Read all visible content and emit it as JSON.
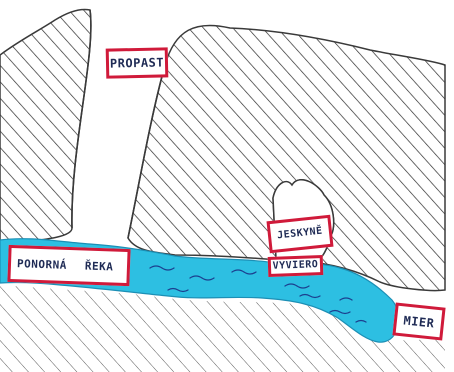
{
  "labels": {
    "abyss": "PROPAST",
    "river_word1": "PONORNÁ",
    "river_word2": "ŘEKA",
    "caves": "JESKYNĚ",
    "spring": "VYVIERO",
    "sea": "MIER"
  },
  "colors": {
    "hatch": "#2b2b2b",
    "outline": "#3a3a3a",
    "water_fill": "#2dbfe2",
    "water_wave": "#1c3f8f",
    "label_border": "#d01a3a",
    "label_text": "#1f2b55"
  }
}
